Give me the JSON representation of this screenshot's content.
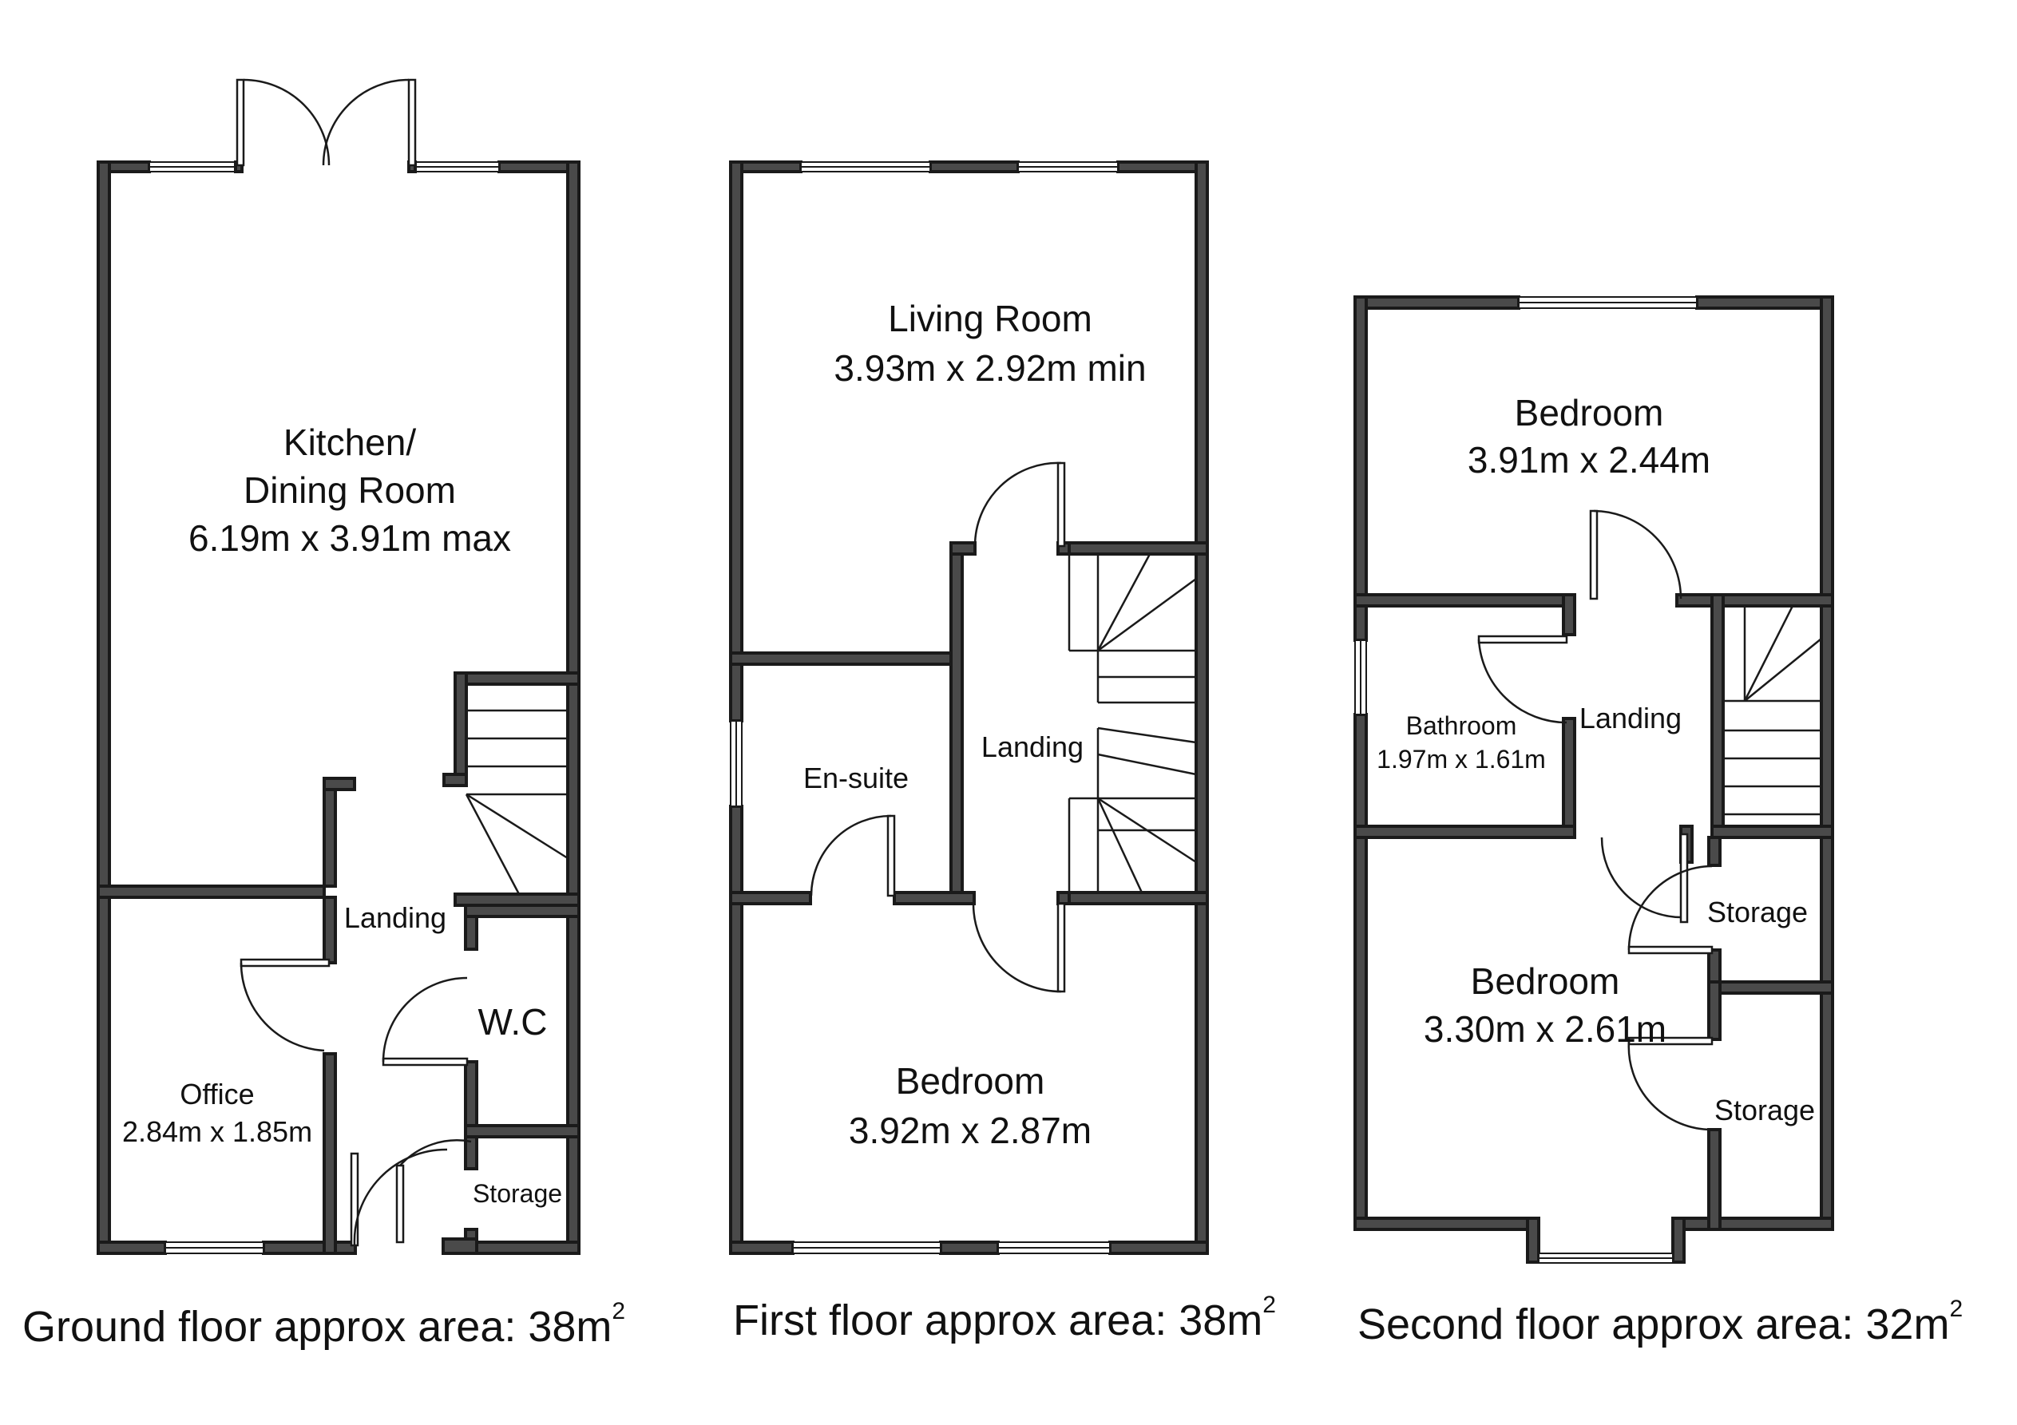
{
  "ground": {
    "kitchen_label_1": "Kitchen/",
    "kitchen_label_2": "Dining Room",
    "kitchen_dims": "6.19m x 3.91m max",
    "landing": "Landing",
    "wc": "W.C",
    "office": "Office",
    "office_dims": "2.84m x 1.85m",
    "storage": "Storage",
    "area_text": "Ground floor approx area: 38m",
    "area_sup": "2"
  },
  "first": {
    "living": "Living Room",
    "living_dims": "3.93m x 2.92m min",
    "ensuite": "En-suite",
    "landing": "Landing",
    "bedroom": "Bedroom",
    "bedroom_dims": "3.92m x 2.87m",
    "area_text": "First floor approx area: 38m",
    "area_sup": "2"
  },
  "second": {
    "bedroom_top": "Bedroom",
    "bedroom_top_dims": "3.91m x 2.44m",
    "bathroom": "Bathroom",
    "bathroom_dims": "1.97m x 1.61m",
    "landing": "Landing",
    "storage_1": "Storage",
    "storage_2": "Storage",
    "bedroom_bottom": "Bedroom",
    "bedroom_bottom_dims": "3.30m x 2.61m",
    "area_text": "Second floor approx area: 32m",
    "area_sup": "2"
  },
  "colors": {
    "wall": "#4a4a4a",
    "line": "#1a1a1a",
    "background": "#ffffff"
  }
}
